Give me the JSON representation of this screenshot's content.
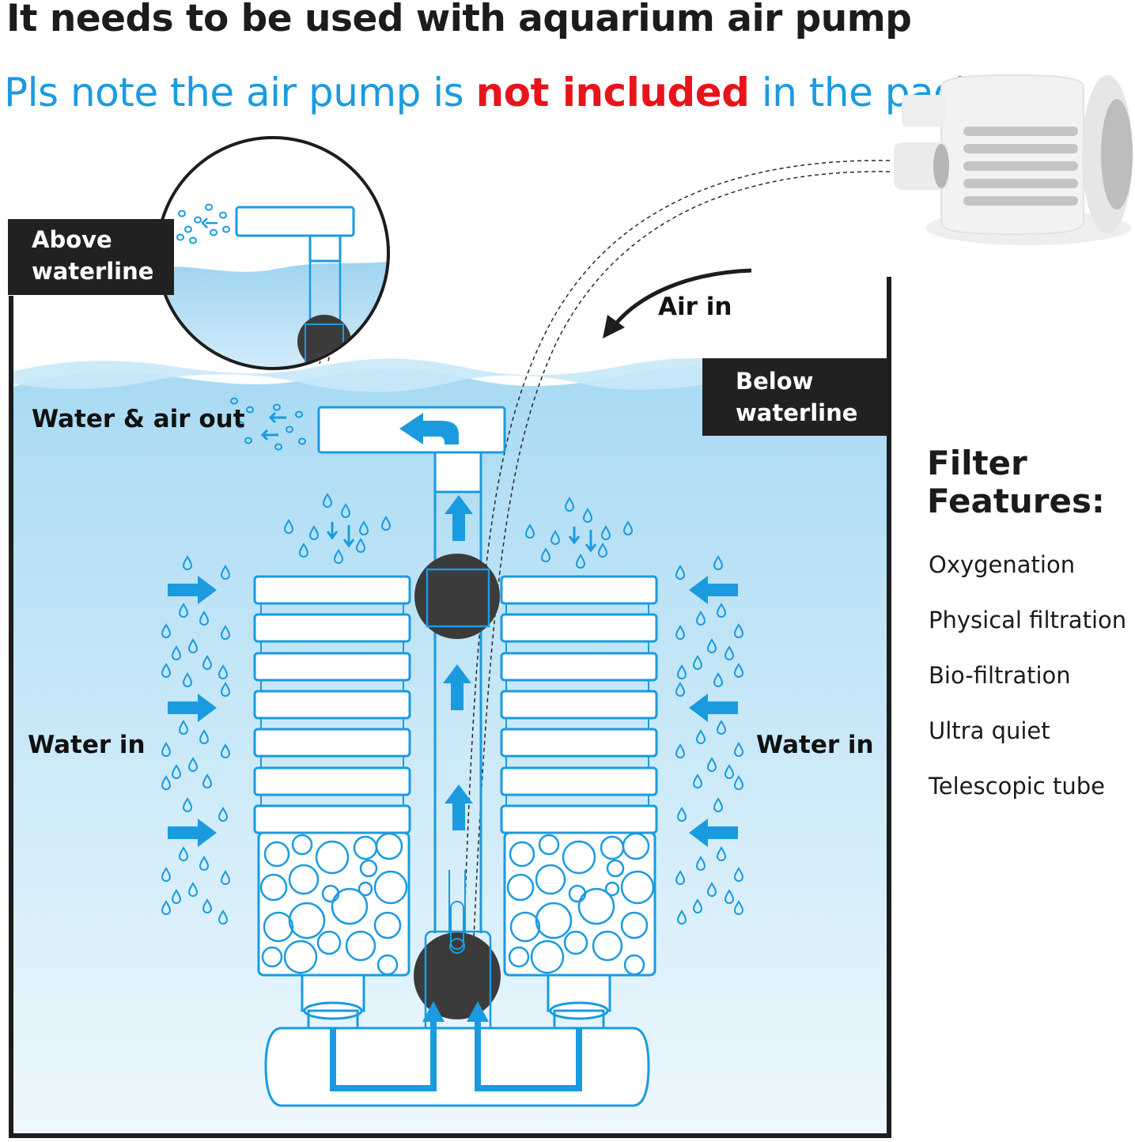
{
  "header": {
    "title": "It needs to be used with aquarium air pump",
    "note_before": "Pls note the air pump is ",
    "note_highlight": "not included",
    "note_after": " in the package."
  },
  "labels": {
    "above_waterline": "Above\nwaterline",
    "below_waterline": "Below\nwaterline",
    "air_in": "Air in",
    "water_air_out": "Water & air out",
    "water_in_left": "Water in",
    "water_in_right": "Water in"
  },
  "features": {
    "title": "Filter\nFeatures:",
    "items": [
      "Oxygenation",
      "Physical filtration",
      "Bio-filtration",
      "Ultra quiet",
      "Telescopic tube"
    ]
  },
  "colors": {
    "accent_blue": "#1a9be0",
    "highlight_red": "#e8141b",
    "tag_bg": "#212121",
    "water_top": "#a8daf3",
    "water_bottom": "#eef8fd"
  },
  "icons": [
    "air-pump-icon",
    "sponge-filter-icon",
    "bubble-icon",
    "arrow-icon"
  ]
}
